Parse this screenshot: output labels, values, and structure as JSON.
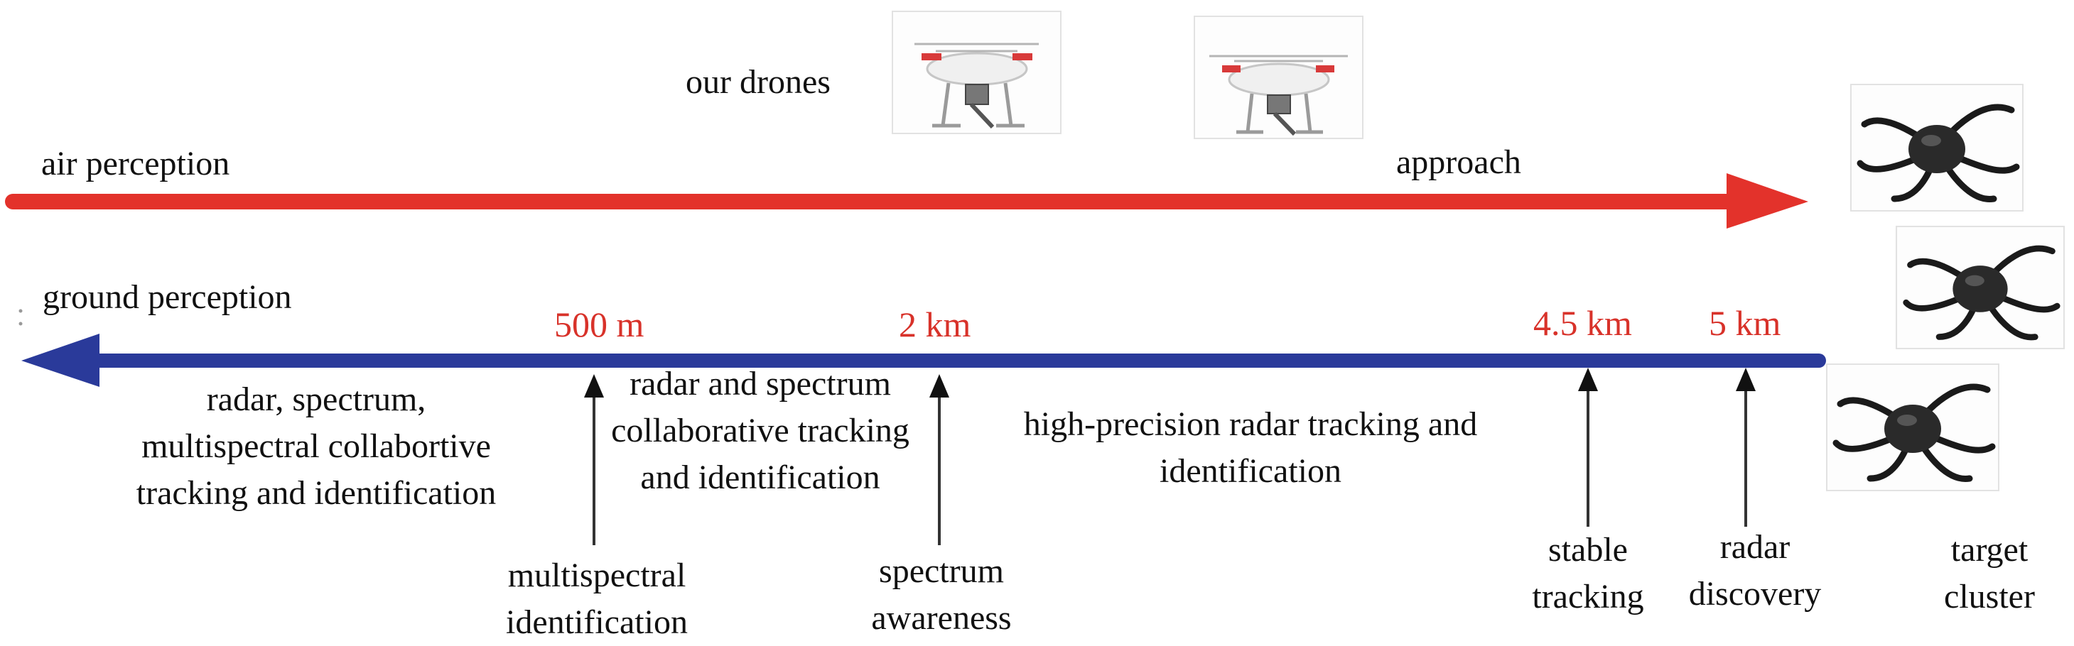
{
  "labels": {
    "our_drones": "our drones",
    "air_perception": "air perception",
    "approach": "approach",
    "ground_perception": "ground perception"
  },
  "distances": {
    "d500m": "500 m",
    "d2km": "2 km",
    "d45km": "4.5 km",
    "d5km": "5 km"
  },
  "stages": {
    "radar_spectrum_multispectral": "radar, spectrum, multispectral collabortive tracking and identification",
    "radar_and_spectrum": "radar and spectrum collaborative tracking and identification",
    "high_precision_radar": "high-precision radar tracking and identification"
  },
  "events": {
    "multispectral_identification": "multispectral identification",
    "spectrum_awareness": "spectrum awareness",
    "stable_tracking": "stable tracking",
    "radar_discovery": "radar discovery",
    "target_cluster": "target cluster"
  },
  "colors": {
    "air_arrow": "#e3322b",
    "ground_arrow": "#2a3a9a",
    "distance_text": "#d8322a"
  },
  "icons": [
    "white-quadcopter-icon",
    "black-hexacopter-icon"
  ]
}
